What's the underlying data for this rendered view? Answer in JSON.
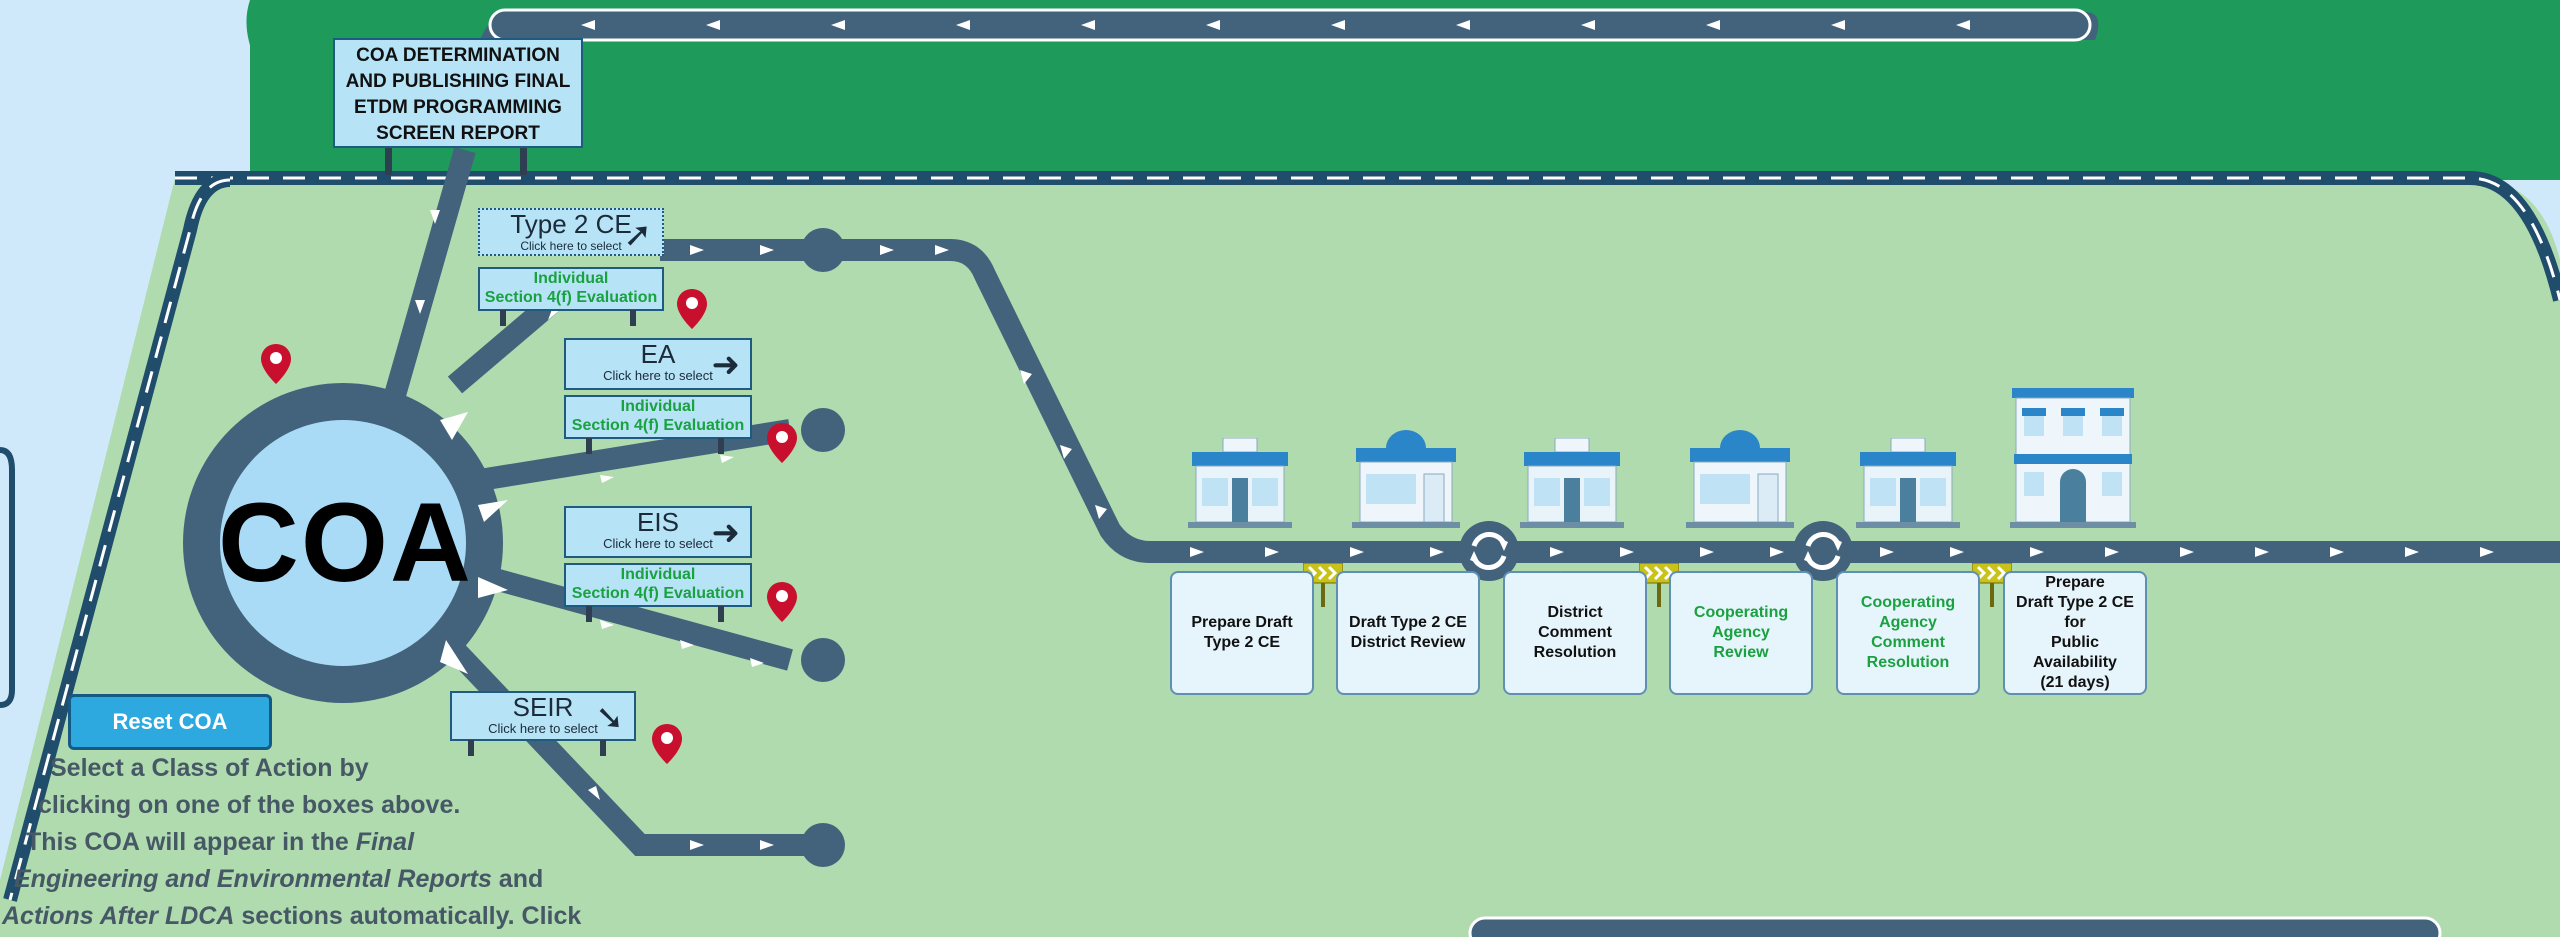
{
  "top_sign": {
    "text": "COA DETERMINATION\nAND PUBLISHING FINAL\nETDM PROGRAMMING\nSCREEN REPORT"
  },
  "coa": {
    "label": "COA"
  },
  "coa_options": [
    {
      "id": "type2ce",
      "title": "Type 2 CE",
      "subtitle": "Click here to select",
      "evaluation": "Individual\nSection 4(f) Evaluation"
    },
    {
      "id": "ea",
      "title": "EA",
      "subtitle": "Click here to select",
      "evaluation": "Individual\nSection 4(f) Evaluation"
    },
    {
      "id": "eis",
      "title": "EIS",
      "subtitle": "Click here to select",
      "evaluation": "Individual\nSection 4(f) Evaluation"
    },
    {
      "id": "seir",
      "title": "SEIR",
      "subtitle": "Click here to select"
    }
  ],
  "reset_button": {
    "label": "Reset COA"
  },
  "instructions": {
    "line1": "Select a Class of Action by",
    "line2": "clicking on one of the boxes above.",
    "line3_a": "This COA will appear in the ",
    "line3_b": "Final",
    "line4_a": "Engineering and Environmental Reports",
    "line4_b": " and",
    "line5_a": "Actions After LDCA",
    "line5_b": " sections automatically. Click"
  },
  "steps": [
    {
      "label": "Prepare Draft\nType 2 CE",
      "style": "black"
    },
    {
      "label": "Draft Type 2 CE\nDistrict Review",
      "style": "black"
    },
    {
      "label": "District Comment\nResolution",
      "style": "black"
    },
    {
      "label": "Cooperating\nAgency\nReview",
      "style": "green"
    },
    {
      "label": "Cooperating\nAgency\nComment\nResolution",
      "style": "green"
    },
    {
      "label": "Prepare\nDraft Type 2 CE for\nPublic Availability\n(21 days)",
      "style": "black"
    }
  ],
  "icons": {
    "location_pin": "location-pin-icon",
    "roundabout": "roundabout-icon",
    "milestone_flag": "chevron-flag-icon",
    "shop": "storefront-icon",
    "office": "office-building-icon"
  },
  "colors": {
    "road": "#3d5a75",
    "grass": "#b0dbae",
    "sign_fill": "#b7e3f6",
    "pin": "#c8102e",
    "button": "#2ea9df",
    "green_text": "#1aa140"
  }
}
